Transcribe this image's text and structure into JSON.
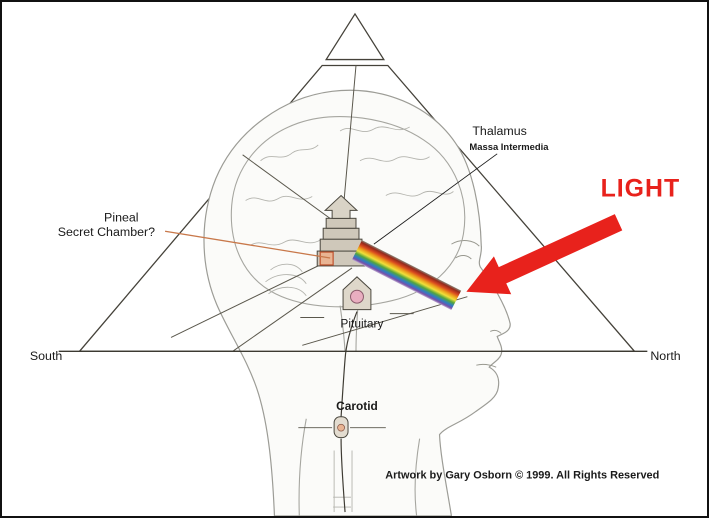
{
  "diagram": {
    "labels": {
      "thalamus": "Thalamus",
      "massa_intermedia": "Massa Intermedia",
      "pineal": "Pineal",
      "secret_chamber": "Secret Chamber?",
      "pituitary": "Pituitary",
      "carotid": "Carotid",
      "south": "South",
      "north": "North",
      "light": "LIGHT"
    },
    "attribution": "Artwork by Gary Osborn © 1999. All Rights Reserved",
    "colors": {
      "pyramid_fill": "#ece3c5",
      "arrow_red": "#e8221c",
      "light_text": "#e8221c",
      "pineal_leader": "#c8784a",
      "chamber_fill": "#e9b493",
      "pituitary_pink": "#e9aec0",
      "carotid_fill": "#e9b493",
      "rainbow": [
        "#8a8878",
        "#93291c",
        "#d8481f",
        "#eda01d",
        "#f0e03a",
        "#55a63c",
        "#2e7cc4",
        "#7a4fa8",
        "#c0b2d2"
      ]
    }
  }
}
